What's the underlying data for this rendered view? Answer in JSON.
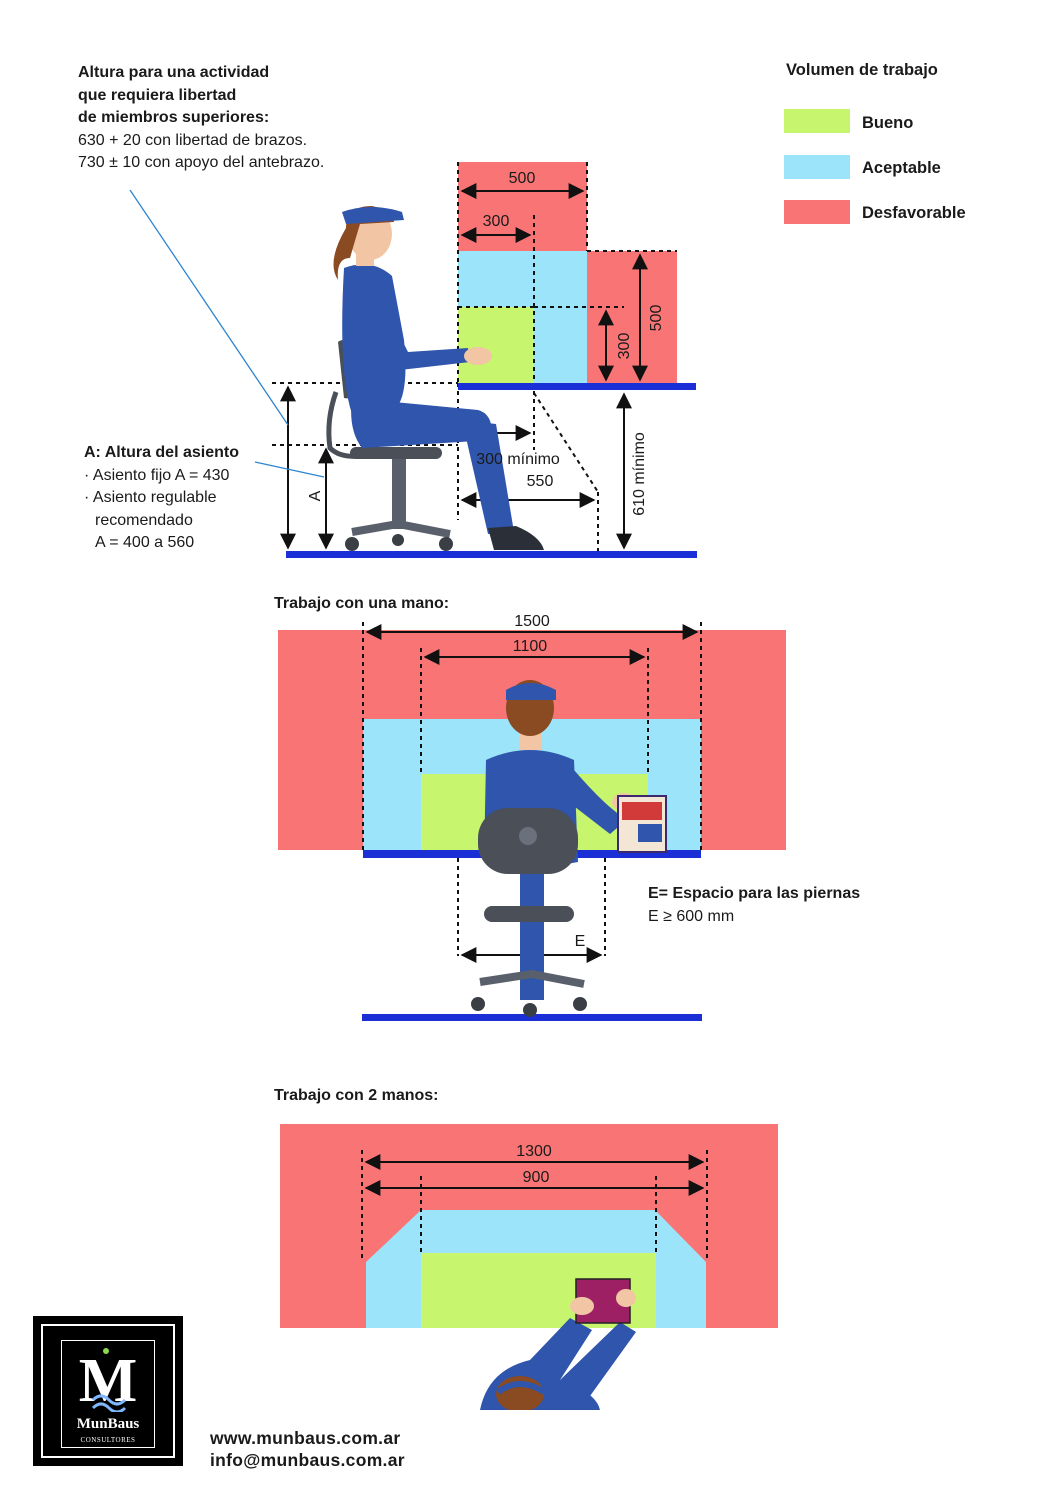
{
  "colors": {
    "good": "#c7f56e",
    "acceptable": "#9be4fa",
    "unfavorable": "#f97475",
    "floor": "#1b2fd6",
    "uniform": "#2f55ad"
  },
  "top_note": {
    "title_lines": [
      "Altura para una actividad",
      "que requiera libertad",
      "de miembros superiores:"
    ],
    "lines": [
      "630 + 20 con libertad de brazos.",
      "730 ± 10 con apoyo del antebrazo."
    ]
  },
  "legend": {
    "title": "Volumen de trabajo",
    "items": [
      {
        "label": "Bueno",
        "color": "#c7f56e"
      },
      {
        "label": "Aceptable",
        "color": "#9be4fa"
      },
      {
        "label": "Desfavorable",
        "color": "#f97475"
      }
    ]
  },
  "side_view": {
    "dims": {
      "w500": "500",
      "w300": "300",
      "h500": "500",
      "h300": "300",
      "min300": "300 mínimo",
      "d550": "550",
      "d610": "610 mínimo",
      "a": "A"
    }
  },
  "seat_note": {
    "title": "A: Altura del asiento",
    "lines": [
      "· Asiento fijo A = 430",
      "· Asiento regulable",
      "recomendado",
      "A = 400 a 560"
    ]
  },
  "one_hand": {
    "title": "Trabajo con una mano:",
    "dims": {
      "outer": "1500",
      "inner": "1100",
      "e": "E"
    },
    "legspace_title": "E= Espacio para las piernas",
    "legspace_value": "E ≥ 600 mm"
  },
  "two_hands": {
    "title": "Trabajo con 2 manos:",
    "dims": {
      "outer": "1300",
      "inner": "900"
    }
  },
  "logo": {
    "letter": "M",
    "name": "MunBaus",
    "sub": "CONSULTORES"
  },
  "contact": {
    "web": "www.munbaus.com.ar",
    "email": "info@munbaus.com.ar"
  }
}
